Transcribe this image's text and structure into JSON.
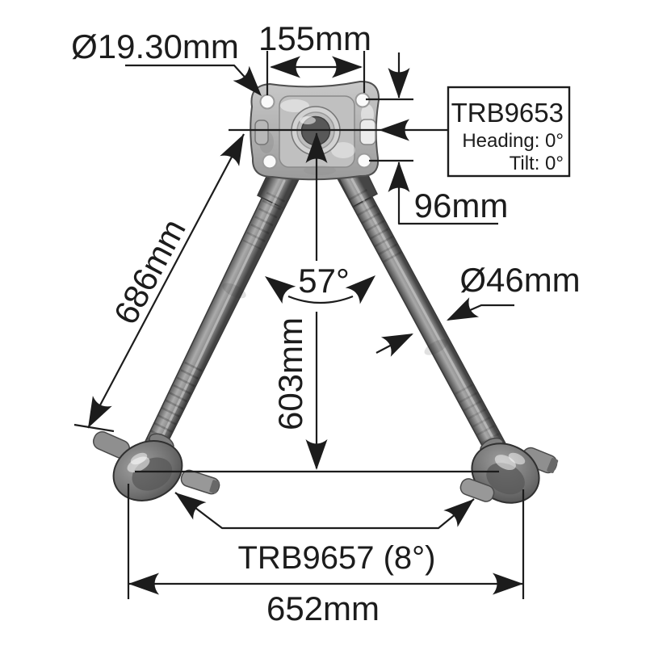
{
  "figure": {
    "type": "technical-parts-diagram",
    "subject": "v-torque-rod",
    "colors": {
      "background": "#ffffff",
      "line": "#1c1c1c",
      "metal_light": "#c6c6c6",
      "metal_mid": "#9a9a9a",
      "metal_dark": "#4b4b4b"
    },
    "part_box": {
      "part_number": "TRB9653",
      "heading": "Heading: 0°",
      "tilt": "Tilt: 0°"
    },
    "bottom_part_label": "TRB9657 (8°)",
    "dims": {
      "hole_diameter": "Ø19.30mm",
      "top_width": "155mm",
      "right_height": "96mm",
      "arm_length": "686mm",
      "angle": "57°",
      "center_height": "603mm",
      "rod_diameter": "Ø46mm",
      "bottom_width": "652mm"
    }
  }
}
